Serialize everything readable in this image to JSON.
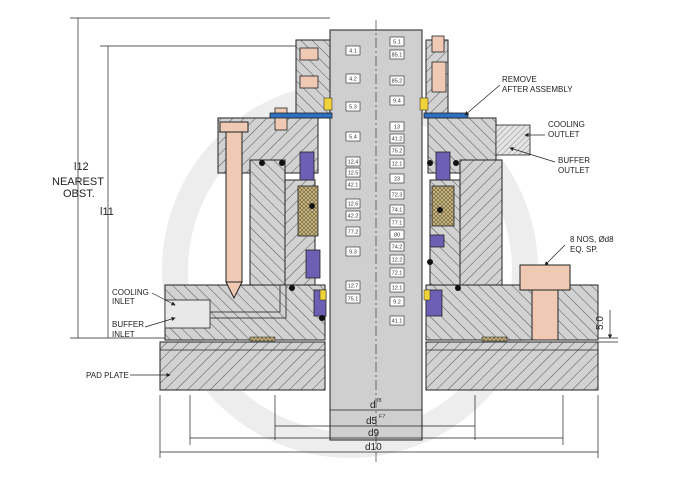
{
  "colors": {
    "steel_fill": "#d2d2d2",
    "hatch": "#555555",
    "shaft_fill": "#cfcfcf",
    "bolt_fill": "#efc9b4",
    "seal_purple": "#6d5fb3",
    "seal_blue": "#2f6fc2",
    "spring_yellow": "#f0d23a",
    "line": "#222222"
  },
  "annotations": {
    "l12_line1": "l12",
    "l12_line2": "NEAREST",
    "l12_line3": "OBST.",
    "l11": "l11",
    "remove_line1": "REMOVE",
    "remove_line2": "AFTER ASSEMBLY",
    "cooling_outlet_line1": "COOLING",
    "cooling_outlet_line2": "OUTLET",
    "buffer_outlet_line1": "BUFFER",
    "buffer_outlet_line2": "OUTLET",
    "cooling_inlet_line1": "COOLING",
    "cooling_inlet_line2": "INLET",
    "buffer_inlet_line1": "BUFFER",
    "buffer_inlet_line2": "INLET",
    "bolts_line1": "8 NOS, Ød8",
    "bolts_line2": "EQ. SP.",
    "pad_plate": "PAD PLATE",
    "dim_5": "5.0",
    "d": "d",
    "d_sup": "f8",
    "d5": "d5",
    "d5_sup": "F7",
    "d9": "d9",
    "d10": "d10"
  },
  "part_tags_left": [
    "4.1",
    "4.2",
    "5.3",
    "5.4",
    "12.4",
    "12.5",
    "42.1",
    "12.6",
    "42.2",
    "77.2",
    "9.3",
    "12.7",
    "75.1"
  ],
  "part_tags_right": [
    "5.1",
    "85.1",
    "85.2",
    "9.4",
    "13",
    "41.2",
    "75.2",
    "12.1",
    "23",
    "72.3",
    "74.1",
    "77.1",
    "80",
    "74.2",
    "12.2",
    "72.1",
    "12.1",
    "9.2",
    "41.1"
  ]
}
